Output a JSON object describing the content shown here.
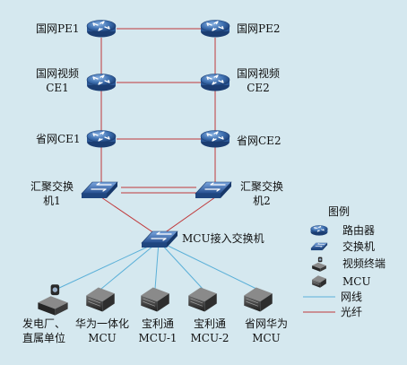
{
  "nodes": {
    "pe1": "国网PE1",
    "pe2": "国网PE2",
    "ce1": [
      "国网视频",
      "CE1"
    ],
    "ce2": [
      "国网视频",
      "CE2"
    ],
    "prov_ce1": "省网CE1",
    "prov_ce2": "省网CE2",
    "agg1": [
      "汇聚交换",
      "机1"
    ],
    "agg2": [
      "汇聚交换",
      "机2"
    ],
    "mcu_switch": "MCU接入交换机",
    "endpoints": [
      [
        "发电厂、",
        "直属单位"
      ],
      [
        "华为一体化",
        "MCU"
      ],
      [
        "宝利通",
        "MCU-1"
      ],
      [
        "宝利通",
        "MCU-2"
      ],
      [
        "省网华为",
        "MCU"
      ]
    ]
  },
  "legend": {
    "title": "图例",
    "router": "路由器",
    "switch": "交换机",
    "terminal": "视频终端",
    "mcu": "MCU",
    "network_line": "网线",
    "fiber": "光纤"
  },
  "colors": {
    "background": "#d5e8ef",
    "fiber": "#c0393b",
    "network_line": "#5bb0d8",
    "device": "#2a5a96"
  }
}
